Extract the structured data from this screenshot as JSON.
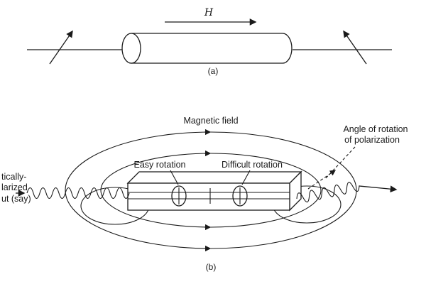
{
  "figure": {
    "part_a": {
      "h_label": "H",
      "caption": "(a)"
    },
    "part_b": {
      "magnetic_field_label": "Magnetic field",
      "easy_rotation_label": "Easy rotation",
      "difficult_rotation_label": "Difficult rotation",
      "angle_label_line1": "Angle of rotation",
      "angle_label_line2": "of polarization",
      "input_label_line1": "tically-",
      "input_label_line2": "larized",
      "input_label_line3": "ut (say)",
      "caption": "(b)"
    }
  },
  "colors": {
    "ink": "#1a1a1a",
    "background": "#ffffff"
  }
}
